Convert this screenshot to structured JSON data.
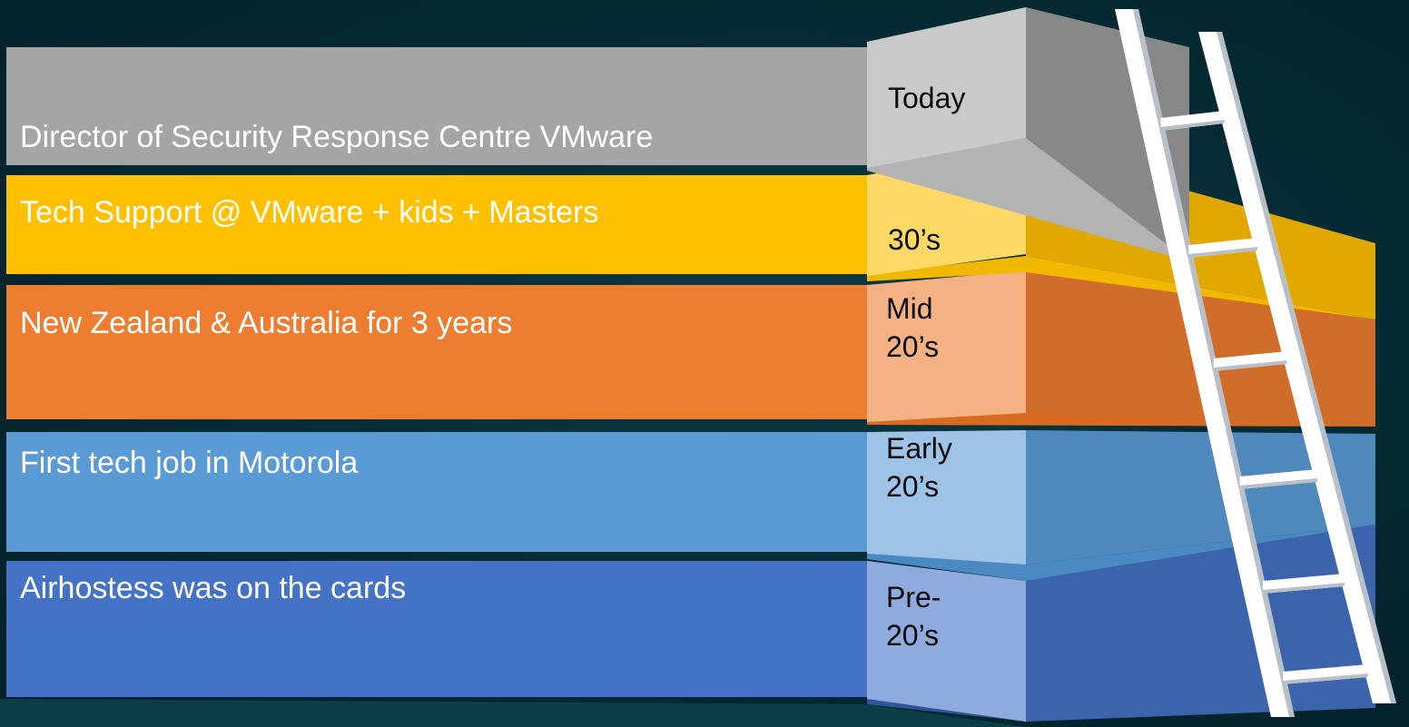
{
  "diagram": {
    "levels": [
      {
        "label": "Director of Security Response Centre VMware",
        "era": "Today",
        "colors": {
          "front": "#a5a5a5",
          "side": "#c9c9c9",
          "top": "#b3b3b3",
          "right": "#9b9b9b"
        }
      },
      {
        "label": "Tech Support @ VMware + kids + Masters",
        "era": "30’s",
        "colors": {
          "front": "#ffc000",
          "side": "#ffd966",
          "top": "#f2b800",
          "right": "#ffc000"
        }
      },
      {
        "label": "New Zealand & Australia for 3 years",
        "era": "Mid\n20’s",
        "colors": {
          "front": "#ed7d31",
          "side": "#f4b183",
          "top": "#d86a22",
          "right": "#ed7d31"
        }
      },
      {
        "label": "First tech job in Motorola",
        "era": "Early\n20’s",
        "colors": {
          "front": "#5b9bd5",
          "side": "#9dc3e6",
          "top": "#4a89c2",
          "right": "#5b9bd5"
        }
      },
      {
        "label": "Airhostess was on the cards",
        "era": "Pre-\n20’s",
        "colors": {
          "front": "#4472c4",
          "side": "#8faadc",
          "top": "#2f5597",
          "right": "#4472c4"
        }
      }
    ],
    "ladder": {
      "rail_color": "#ffffff",
      "shade_color": "#b8bfc7"
    }
  }
}
